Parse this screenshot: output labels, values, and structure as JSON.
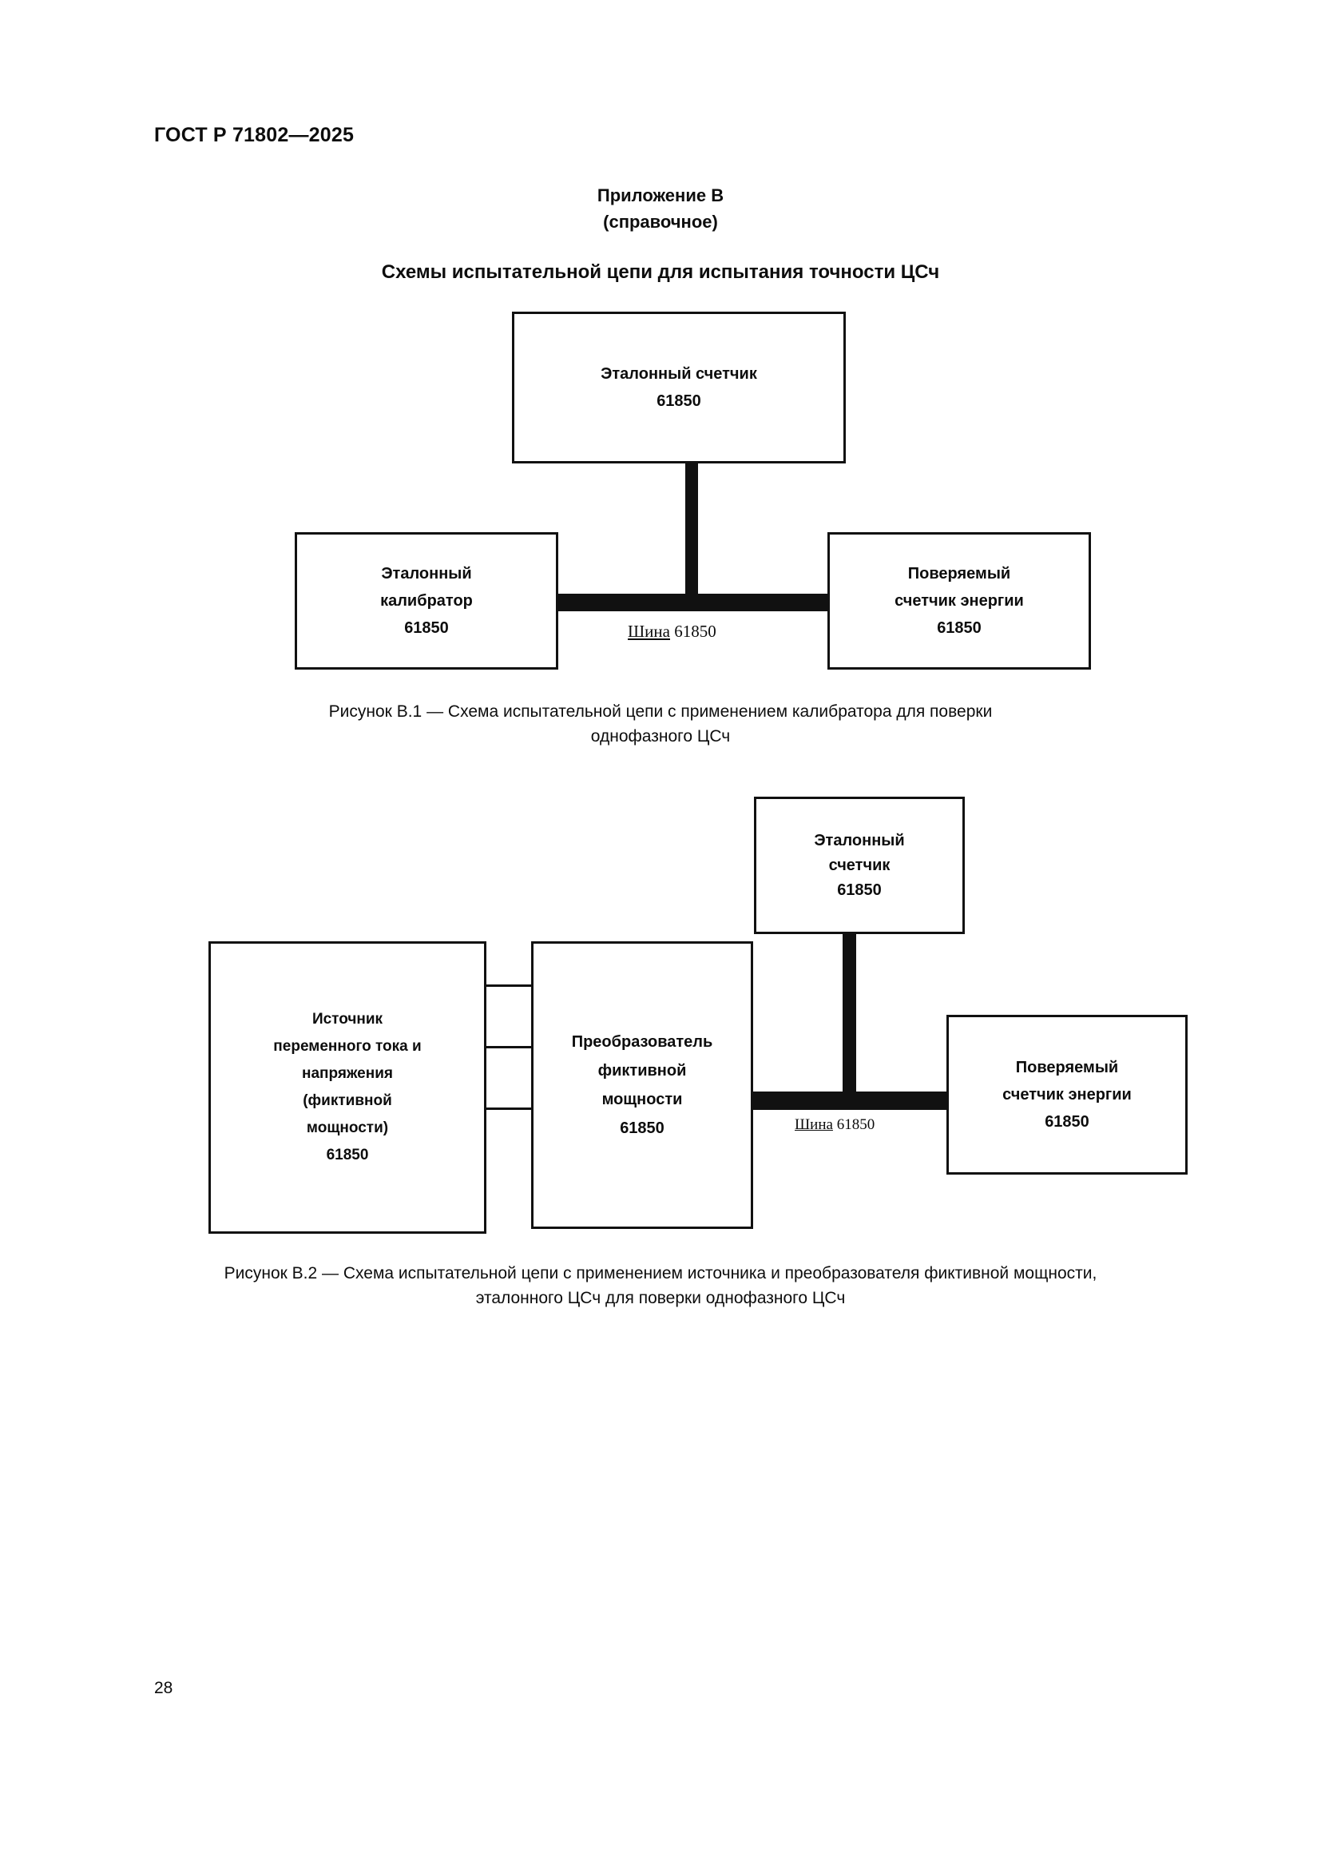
{
  "document": {
    "header": "ГОСТ Р 71802—2025",
    "page_number": "28"
  },
  "appendix": {
    "title": "Приложение В",
    "subtitle": "(справочное)",
    "section_title": "Схемы испытательной цепи для испытания точности ЦСч"
  },
  "figure_b1": {
    "nodes": {
      "reference_meter": {
        "line1": "Эталонный счетчик",
        "line2": "61850"
      },
      "reference_calibrator": {
        "line1": "Эталонный",
        "line2": "калибратор",
        "line3": "61850"
      },
      "meter_under_test": {
        "line1": "Поверяемый",
        "line2": "счетчик энергии",
        "line3": "61850"
      }
    },
    "bus_label": {
      "word": "Шина",
      "number": "61850"
    },
    "caption_line1": "Рисунок В.1 — Схема испытательной цепи с применением калибратора для поверки",
    "caption_line2": "однофазного ЦСч"
  },
  "figure_b2": {
    "nodes": {
      "reference_meter": {
        "line1": "Эталонный",
        "line2": "счетчик",
        "line3": "61850"
      },
      "source": {
        "line1": "Источник",
        "line2": "переменного тока и",
        "line3": "напряжения",
        "line4": "(фиктивной",
        "line5": "мощности)",
        "line6": "61850"
      },
      "converter": {
        "line1": "Преобразователь",
        "line2": "фиктивной",
        "line3": "мощности",
        "line4": "61850"
      },
      "meter_under_test": {
        "line1": "Поверяемый",
        "line2": "счетчик энергии",
        "line3": "61850"
      }
    },
    "bus_label": {
      "word": "Шина",
      "number": "61850"
    },
    "caption_line1": "Рисунок В.2 — Схема испытательной цепи с применением источника и преобразователя фиктивной мощности,",
    "caption_line2": "эталонного ЦСч для поверки однофазного ЦСч"
  },
  "colors": {
    "ink": "#111111",
    "paper": "#ffffff"
  }
}
